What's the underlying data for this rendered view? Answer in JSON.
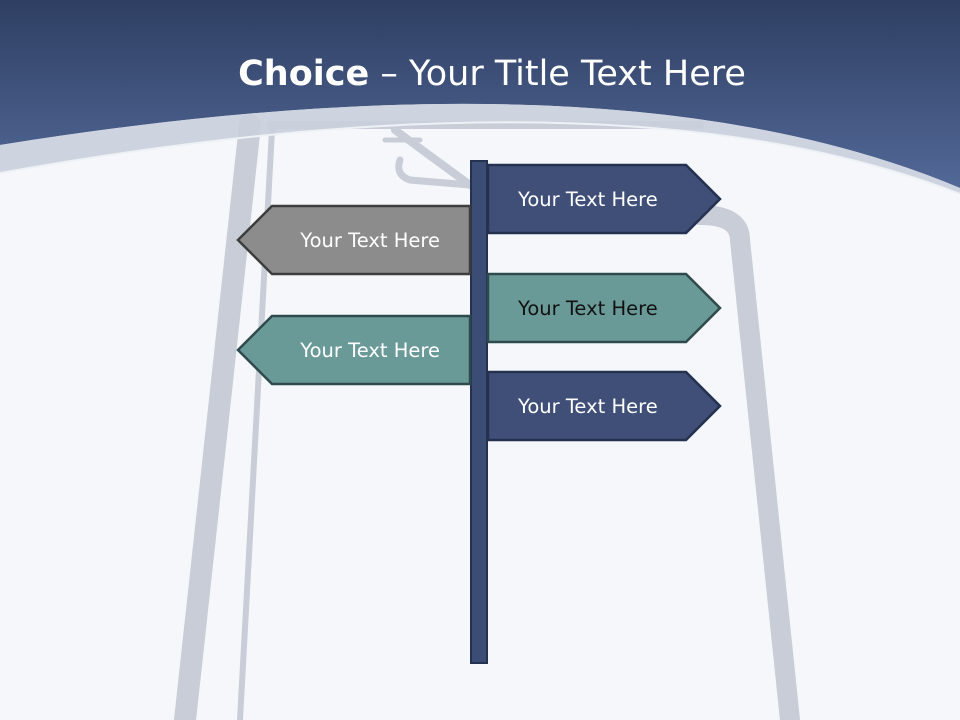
{
  "slide": {
    "title_bold": "Choice",
    "title_rest": " – Your Title Text Here",
    "signs": [
      {
        "label": "Your Text Here",
        "direction": "right",
        "color": "#3f4f78",
        "text_color": "#ffffff"
      },
      {
        "label": "Your Text Here",
        "direction": "left",
        "color": "#8c8c8c",
        "text_color": "#ffffff"
      },
      {
        "label": "Your Text Here",
        "direction": "right",
        "color": "#6a9a98",
        "text_color": "#111111"
      },
      {
        "label": "Your Text Here",
        "direction": "left",
        "color": "#6a9a98",
        "text_color": "#ffffff"
      },
      {
        "label": "Your Text Here",
        "direction": "right",
        "color": "#3f4f78",
        "text_color": "#ffffff"
      }
    ]
  },
  "colors": {
    "header_dark": "#2f3f63",
    "header_light": "#526897",
    "background": "#f5f7fa",
    "pole": "#3b4d75"
  }
}
